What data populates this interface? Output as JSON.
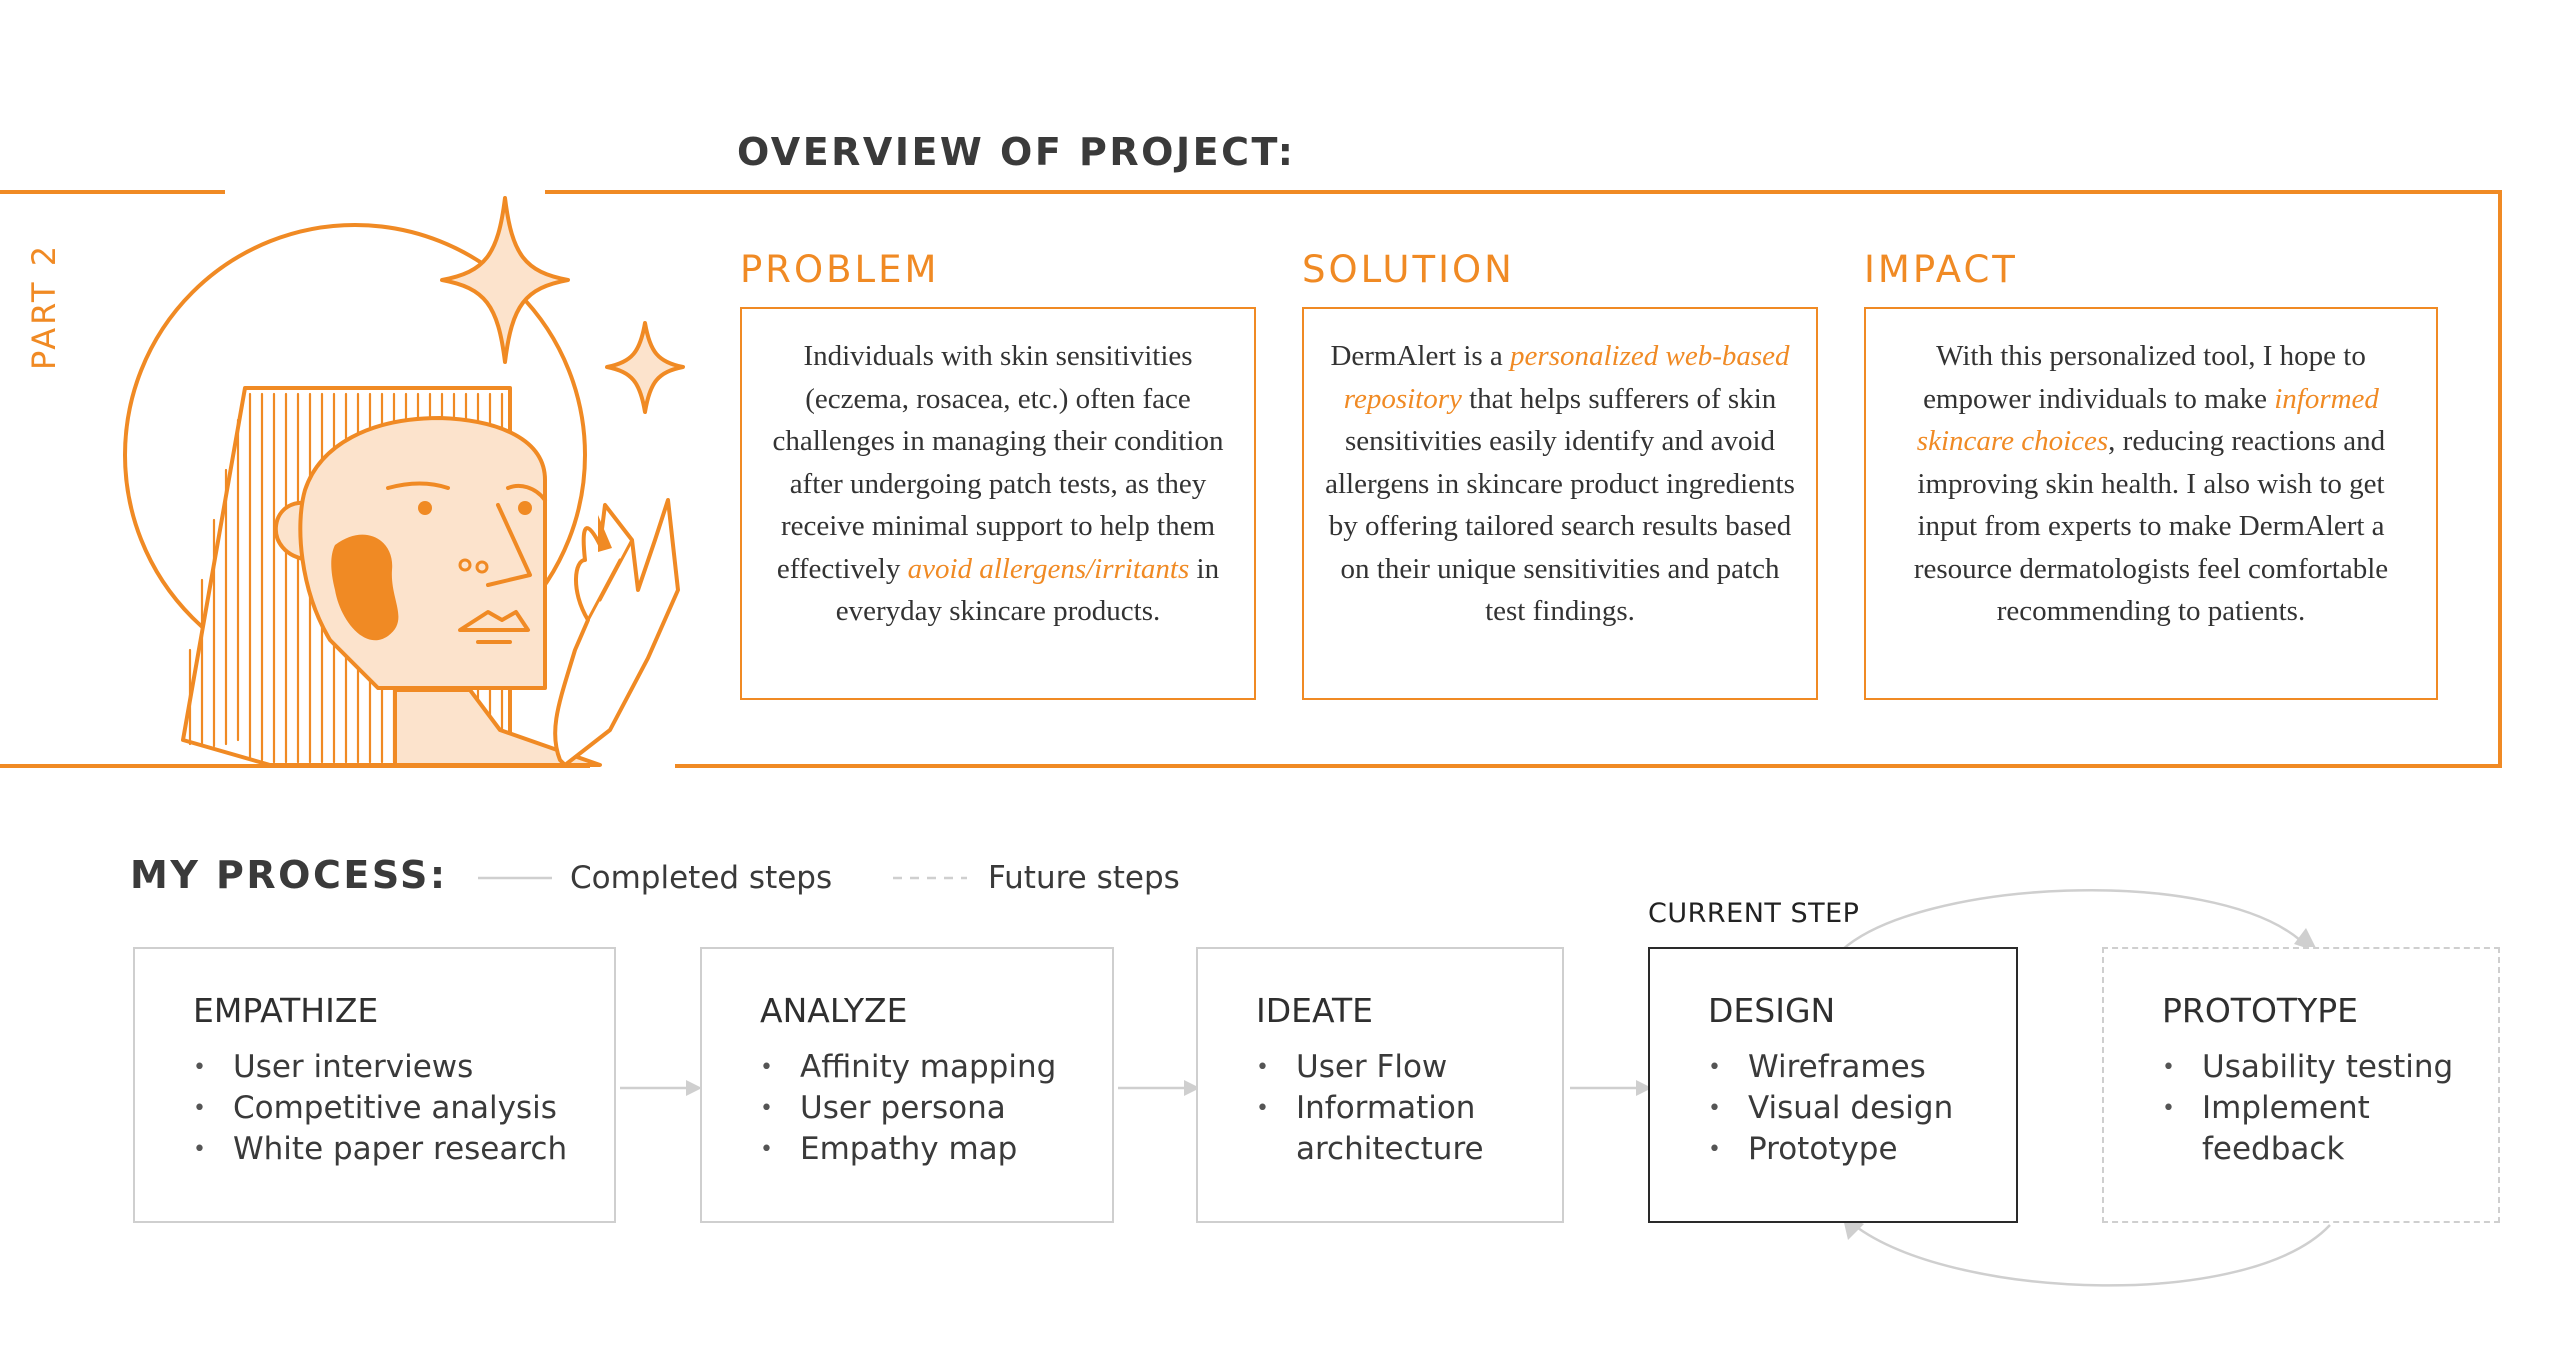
{
  "overview": {
    "title": "OVERVIEW OF PROJECT:",
    "part_label": "PART 2"
  },
  "problem": {
    "heading": "PROBLEM",
    "text_1": "Individuals with skin sensitivities (eczema, rosacea, etc.) often face challenges in managing their condition after undergoing patch tests, as they receive minimal support to help them effectively ",
    "highlight": "avoid allergens/irritants",
    "text_2": " in everyday skincare products."
  },
  "solution": {
    "heading": "SOLUTION",
    "text_1": "DermAlert is a ",
    "highlight": "personalized web-based repository",
    "text_2": " that helps sufferers of skin sensitivities easily identify and avoid allergens in skincare product ingredients by offering tailored search results based on their unique sensitivities and patch test findings."
  },
  "impact": {
    "heading": "IMPACT",
    "text_1": "With this personalized tool, I hope to empower individuals to make ",
    "highlight": "informed skincare choices",
    "text_2": ", reducing reactions and improving skin health. I also wish to get input from experts to make DermAlert a resource dermatologists feel comfortable recommending to patients."
  },
  "process": {
    "title": "MY PROCESS:",
    "legend_completed": "Completed steps",
    "legend_future": "Future steps",
    "current_label": "CURRENT STEP",
    "steps": [
      {
        "title": "EMPATHIZE",
        "items": [
          "User interviews",
          "Competitive analysis",
          "White paper research"
        ],
        "status": "completed"
      },
      {
        "title": "ANALYZE",
        "items": [
          "Affinity mapping",
          "User persona",
          "Empathy map"
        ],
        "status": "completed"
      },
      {
        "title": "IDEATE",
        "items": [
          "User Flow",
          "Information architecture"
        ],
        "status": "completed"
      },
      {
        "title": "DESIGN",
        "items": [
          "Wireframes",
          "Visual design",
          "Prototype"
        ],
        "status": "current"
      },
      {
        "title": "PROTOTYPE",
        "items": [
          "Usability testing",
          "Implement feedback"
        ],
        "status": "future"
      }
    ]
  },
  "colors": {
    "accent": "#F08A24",
    "skin": "#FCE3CC",
    "cheek": "#F08A24",
    "completed_border": "#cfcfcf",
    "current_border": "#2a2a2a",
    "text": "#3a3a3a"
  },
  "icons": {
    "illustration": "woman-face-illustration",
    "sparkle_large": "sparkle-icon",
    "sparkle_small": "sparkle-icon",
    "flow_arrow": "arrow-right-icon",
    "loop_arrow": "loop-arrow-icon"
  }
}
